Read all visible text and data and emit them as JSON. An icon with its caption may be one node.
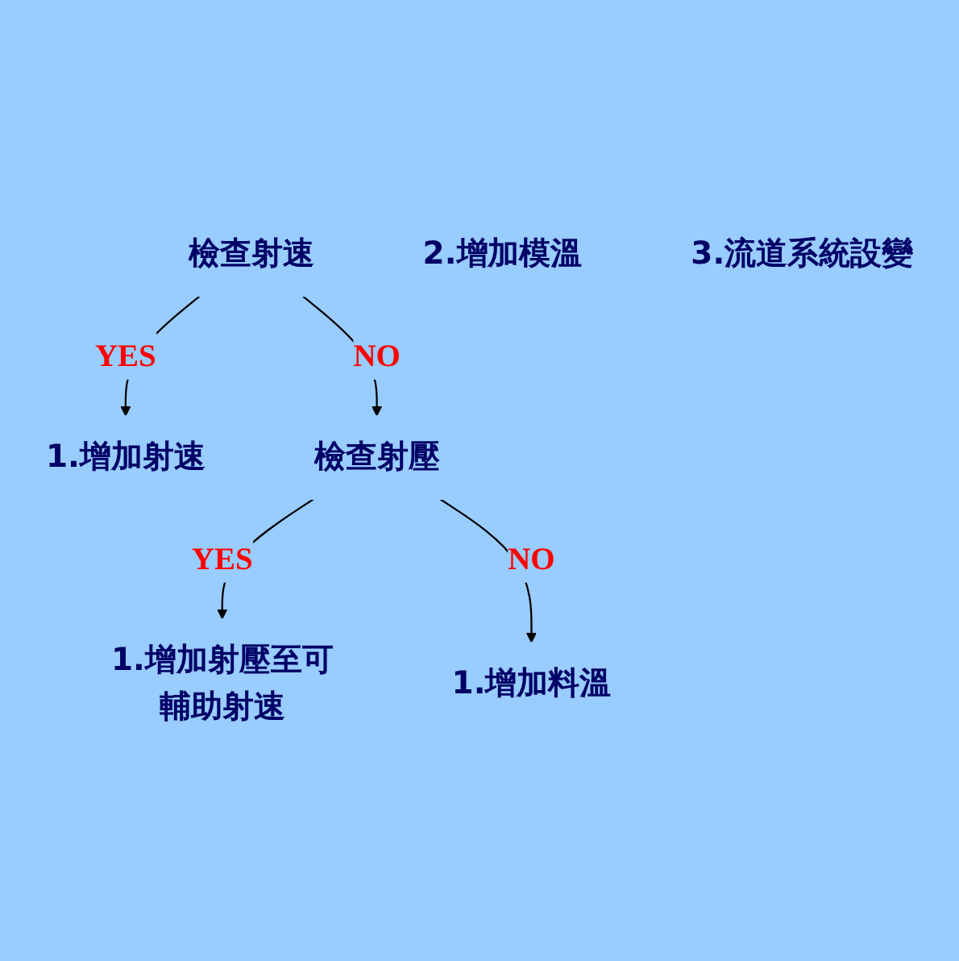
{
  "diagram": {
    "nodes": [
      {
        "text": [
          "檢查射速"
        ]
      },
      {
        "text": [
          "1.增加射速"
        ]
      },
      {
        "text": [
          "檢查射壓"
        ]
      },
      {
        "text": [
          "1.增加射壓至可輔助射速"
        ]
      },
      {
        "text": [
          "1.增加料溫"
        ]
      },
      {
        "text": [
          "2.增加模溫"
        ]
      },
      {
        "text": [
          "3.流道系統設變"
        ]
      }
    ],
    "edges": [
      {
        "from": 0,
        "to": 1,
        "arrow": "to",
        "label": "YES"
      },
      {
        "from": 0,
        "to": 2,
        "arrow": "to",
        "label": "NO"
      },
      {
        "from": 2,
        "to": 3,
        "arrow": "to",
        "label": "YES"
      },
      {
        "from": 2,
        "to": 4,
        "arrow": "to",
        "label": "NO"
      }
    ]
  }
}
